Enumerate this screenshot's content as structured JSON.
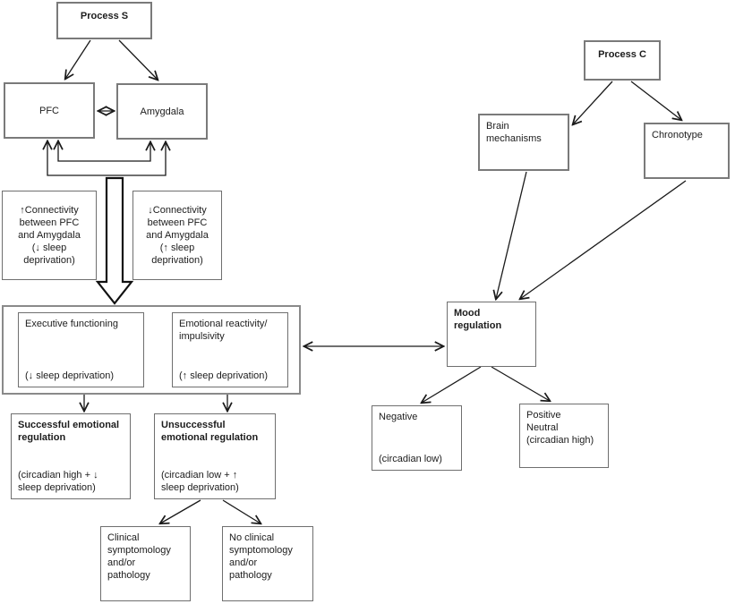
{
  "diagram": {
    "title_hint": "Two-process model of sleep and emotion regulation flowchart",
    "nodes": {
      "process_s": {
        "label": "Process S"
      },
      "pfc": {
        "label": "PFC"
      },
      "amygdala": {
        "label": "Amygdala"
      },
      "increased_connectivity": {
        "text": "↑Connectivity\nbetween PFC\nand Amygdala\n(↓ sleep\ndeprivation)"
      },
      "decreased_connectivity": {
        "text": "↓Connectivity\nbetween PFC\nand Amygdala\n(↑ sleep\ndeprivation)"
      },
      "executive_functioning": {
        "title": "Executive functioning",
        "condition": "(↓ sleep deprivation)"
      },
      "emotional_reactivity": {
        "title": "Emotional reactivity/\nimpulsivity",
        "condition": "(↑ sleep deprivation)"
      },
      "successful_regulation": {
        "title": "Successful emotional\nregulation",
        "condition": "(circadian high + ↓\nsleep deprivation)"
      },
      "unsuccessful_regulation": {
        "title": "Unsuccessful\nemotional regulation",
        "condition": "(circadian low + ↑\nsleep deprivation)"
      },
      "clinical": {
        "text": "Clinical\nsymptomology\nand/or\npathology"
      },
      "no_clinical": {
        "text": "No clinical\nsymptomology\nand/or\npathology"
      },
      "process_c": {
        "label": "Process C"
      },
      "brain_mechanisms": {
        "text": "Brain\nmechanisms"
      },
      "chronotype": {
        "label": "Chronotype"
      },
      "mood_regulation": {
        "text": "Mood\nregulation"
      },
      "negative": {
        "title": "Negative",
        "condition": "(circadian low)"
      },
      "positive": {
        "text": "Positive\nNeutral\n(circadian high)"
      }
    },
    "colors": {
      "line": "#1a1a1a",
      "box_border": "#6f6f6f",
      "major_border": "#7a7a7a",
      "background": "#ffffff"
    }
  }
}
